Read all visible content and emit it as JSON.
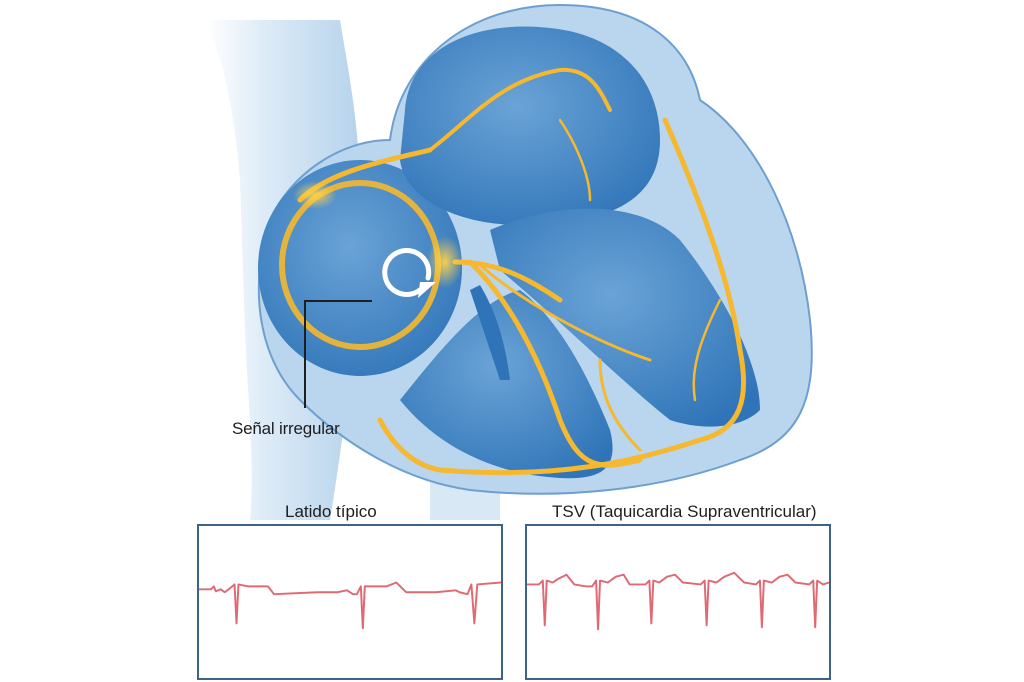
{
  "diagram": {
    "subject": "Heart electrical conduction system",
    "callout": {
      "label": "Señal irregular",
      "icon": "circular-arrow-reentry-icon"
    },
    "colors": {
      "background": "#ffffff",
      "heart_chamber": "#3f84c4",
      "heart_wall": "#b9d6ee",
      "conduction_path": "#f5b82e",
      "ecg_trace": "#e06a74",
      "ecg_border": "#3d6389",
      "text": "#1e1e1e"
    }
  },
  "ecg_panels": [
    {
      "title": "Latido típico",
      "beats": 3,
      "rhythm": "regular, normal rate"
    },
    {
      "title": "TSV (Taquicardia Supraventricular)",
      "beats": 6,
      "rhythm": "rapid, regular"
    }
  ]
}
